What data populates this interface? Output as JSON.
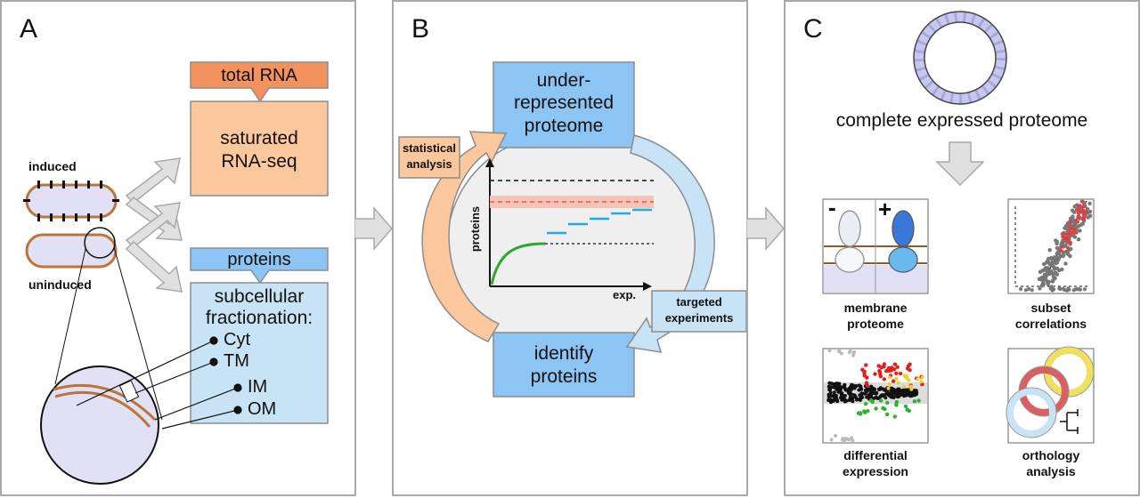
{
  "panels": {
    "a": {
      "letter": "A",
      "total_rna": "total RNA",
      "rna_seq_line1": "saturated",
      "rna_seq_line2": "RNA-seq",
      "proteins": "proteins",
      "fraction_line1": "subcellular",
      "fraction_line2": "fractionation:",
      "fractions": [
        "Cyt",
        "TM",
        "IM",
        "OM"
      ],
      "induced": "induced",
      "uninduced": "uninduced"
    },
    "b": {
      "letter": "B",
      "under_line1": "under-",
      "under_line2": "represented",
      "under_line3": "proteome",
      "statistical_line1": "statistical",
      "statistical_line2": "analysis",
      "y_axis": "proteins",
      "x_axis": "exp.",
      "targeted_line1": "targeted",
      "targeted_line2": "experiments",
      "identify_line1": "identify",
      "identify_line2": "proteins"
    },
    "c": {
      "letter": "C",
      "complete": "complete expressed proteome",
      "membrane_line1": "membrane",
      "membrane_line2": "proteome",
      "subset_line1": "subset",
      "subset_line2": "correlations",
      "differential_line1": "differential",
      "differential_line2": "expression",
      "orthology_line1": "orthology",
      "orthology_line2": "analysis",
      "minus": "-",
      "plus": "+"
    }
  },
  "colors": {
    "orange_dark": "#f4925e",
    "orange_light": "#fbc79d",
    "blue_dark": "#8cc4f3",
    "blue_light": "#c8e3f5",
    "arrow_grey": "#e0e0e0",
    "panel_border": "#a9a9a9"
  }
}
